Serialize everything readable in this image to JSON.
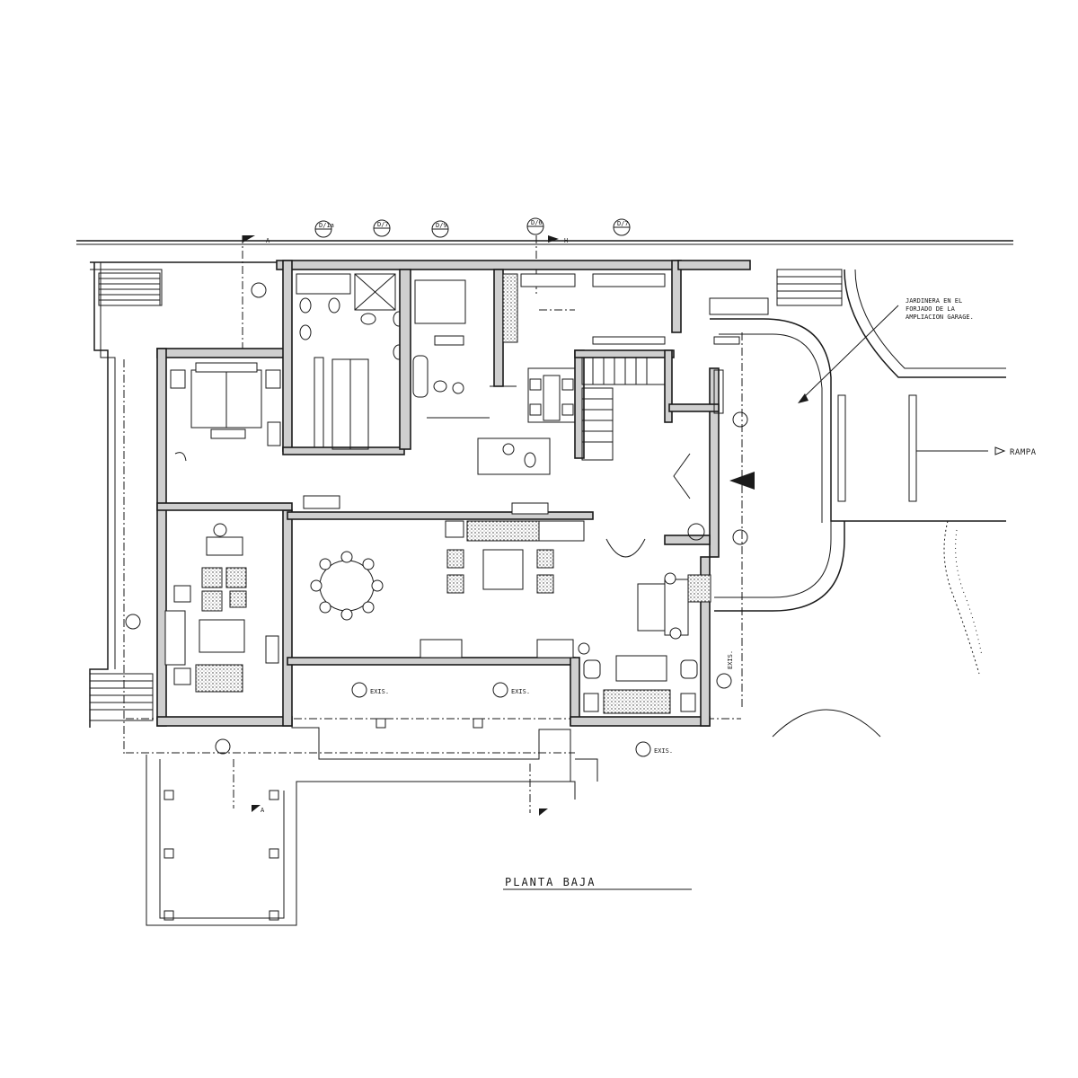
{
  "drawing": {
    "title": "PLANTA BAJA",
    "annotation_garden_line1": "JARDINERA EN EL",
    "annotation_garden_line2": "FORJADO DE LA",
    "annotation_garden_line3": "AMPLIACION GARAGE.",
    "ramp_label": "RAMPA",
    "section_mark_a": "A",
    "section_mark_h": "H",
    "existing_label": "EXIS."
  },
  "grid_marks": [
    {
      "label": "D/1a"
    },
    {
      "label": "D/7"
    },
    {
      "label": "D/9"
    },
    {
      "label": "D/6"
    },
    {
      "label": "D/7"
    }
  ]
}
